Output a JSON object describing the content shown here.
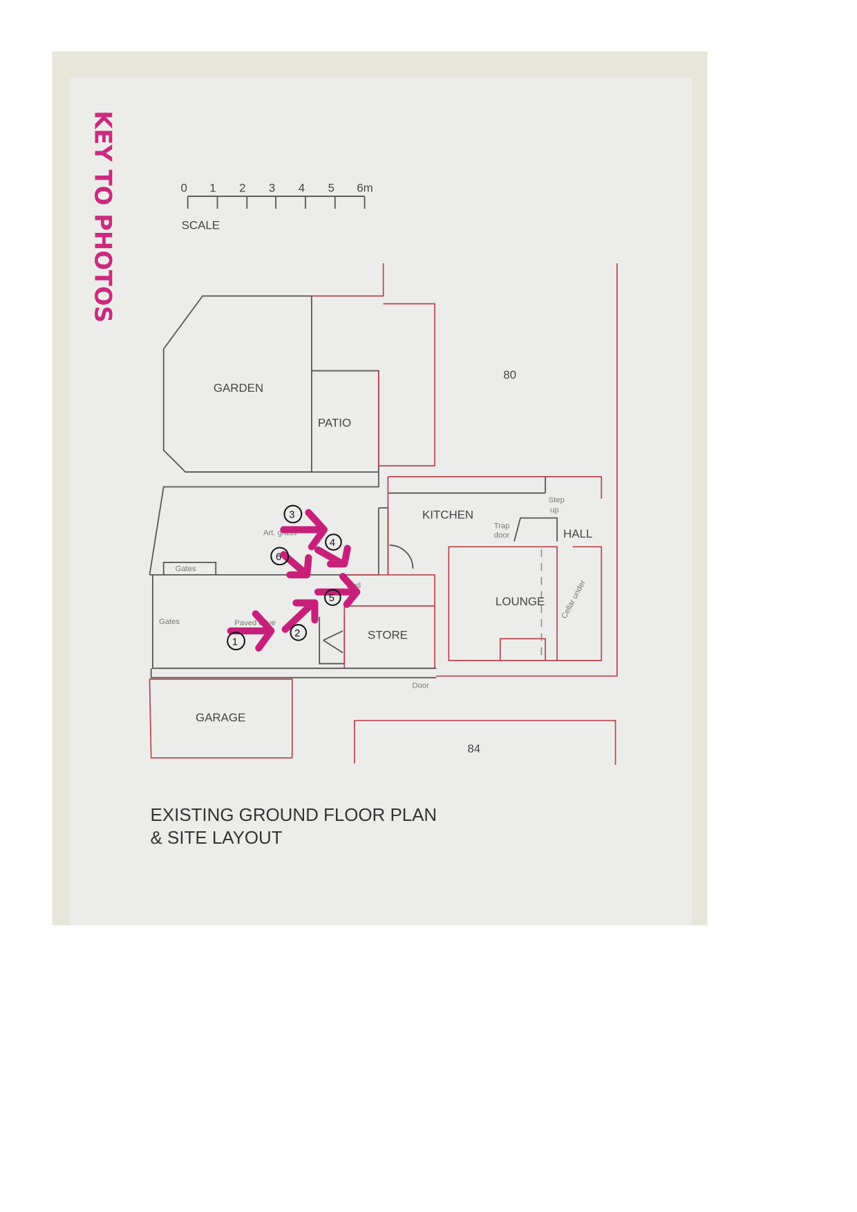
{
  "key_title": "KEY TO PHOTOS",
  "scale": {
    "ticks": [
      "0",
      "1",
      "2",
      "3",
      "4",
      "5",
      "6m"
    ],
    "label": "SCALE"
  },
  "rooms": {
    "garden": "GARDEN",
    "patio": "PATIO",
    "kitchen": "KITCHEN",
    "hall": "HALL",
    "lounge": "LOUNGE",
    "store": "STORE",
    "garage": "GARAGE",
    "house_80": "80",
    "house_84": "84"
  },
  "notes": {
    "art_grass": "Art. grass",
    "gates_1": "Gates",
    "gates_2": "Gates",
    "paved_drive": "Paved drive",
    "wall": "Wall",
    "trap_door_1": "Trap",
    "trap_door_2": "door",
    "step_up_1": "Step",
    "step_up_2": "up",
    "cellar_under": "Cellar under",
    "door": "Door"
  },
  "photo_markers": [
    "1",
    "2",
    "3",
    "4",
    "5",
    "6"
  ],
  "title": {
    "line1": "EXISTING GROUND FLOOR PLAN",
    "line2": "& SITE LAYOUT"
  },
  "colors": {
    "marker": "#c8207a",
    "plan_red": "#b8404a"
  }
}
